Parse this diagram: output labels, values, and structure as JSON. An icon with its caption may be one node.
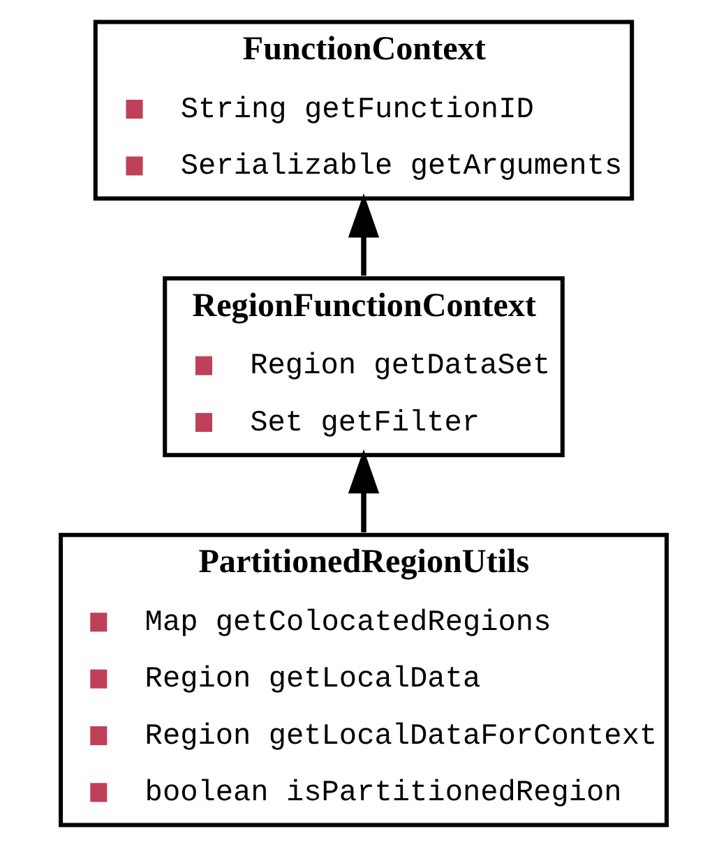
{
  "diagram": {
    "nodes": [
      {
        "text": [
          "FunctionContext",
          "String getFunctionID",
          "Serializable getArguments"
        ]
      },
      {
        "text": [
          "RegionFunctionContext",
          "Region getDataSet",
          "Set getFilter"
        ]
      },
      {
        "text": [
          "PartitionedRegionUtils",
          "Map getColocatedRegions",
          "Region getLocalData",
          "Region getLocalDataForContext",
          "boolean isPartitionedRegion"
        ]
      }
    ],
    "edges": [
      {
        "from": 1,
        "to": 0,
        "arrow": "to"
      },
      {
        "from": 2,
        "to": 1,
        "arrow": "to"
      }
    ]
  }
}
